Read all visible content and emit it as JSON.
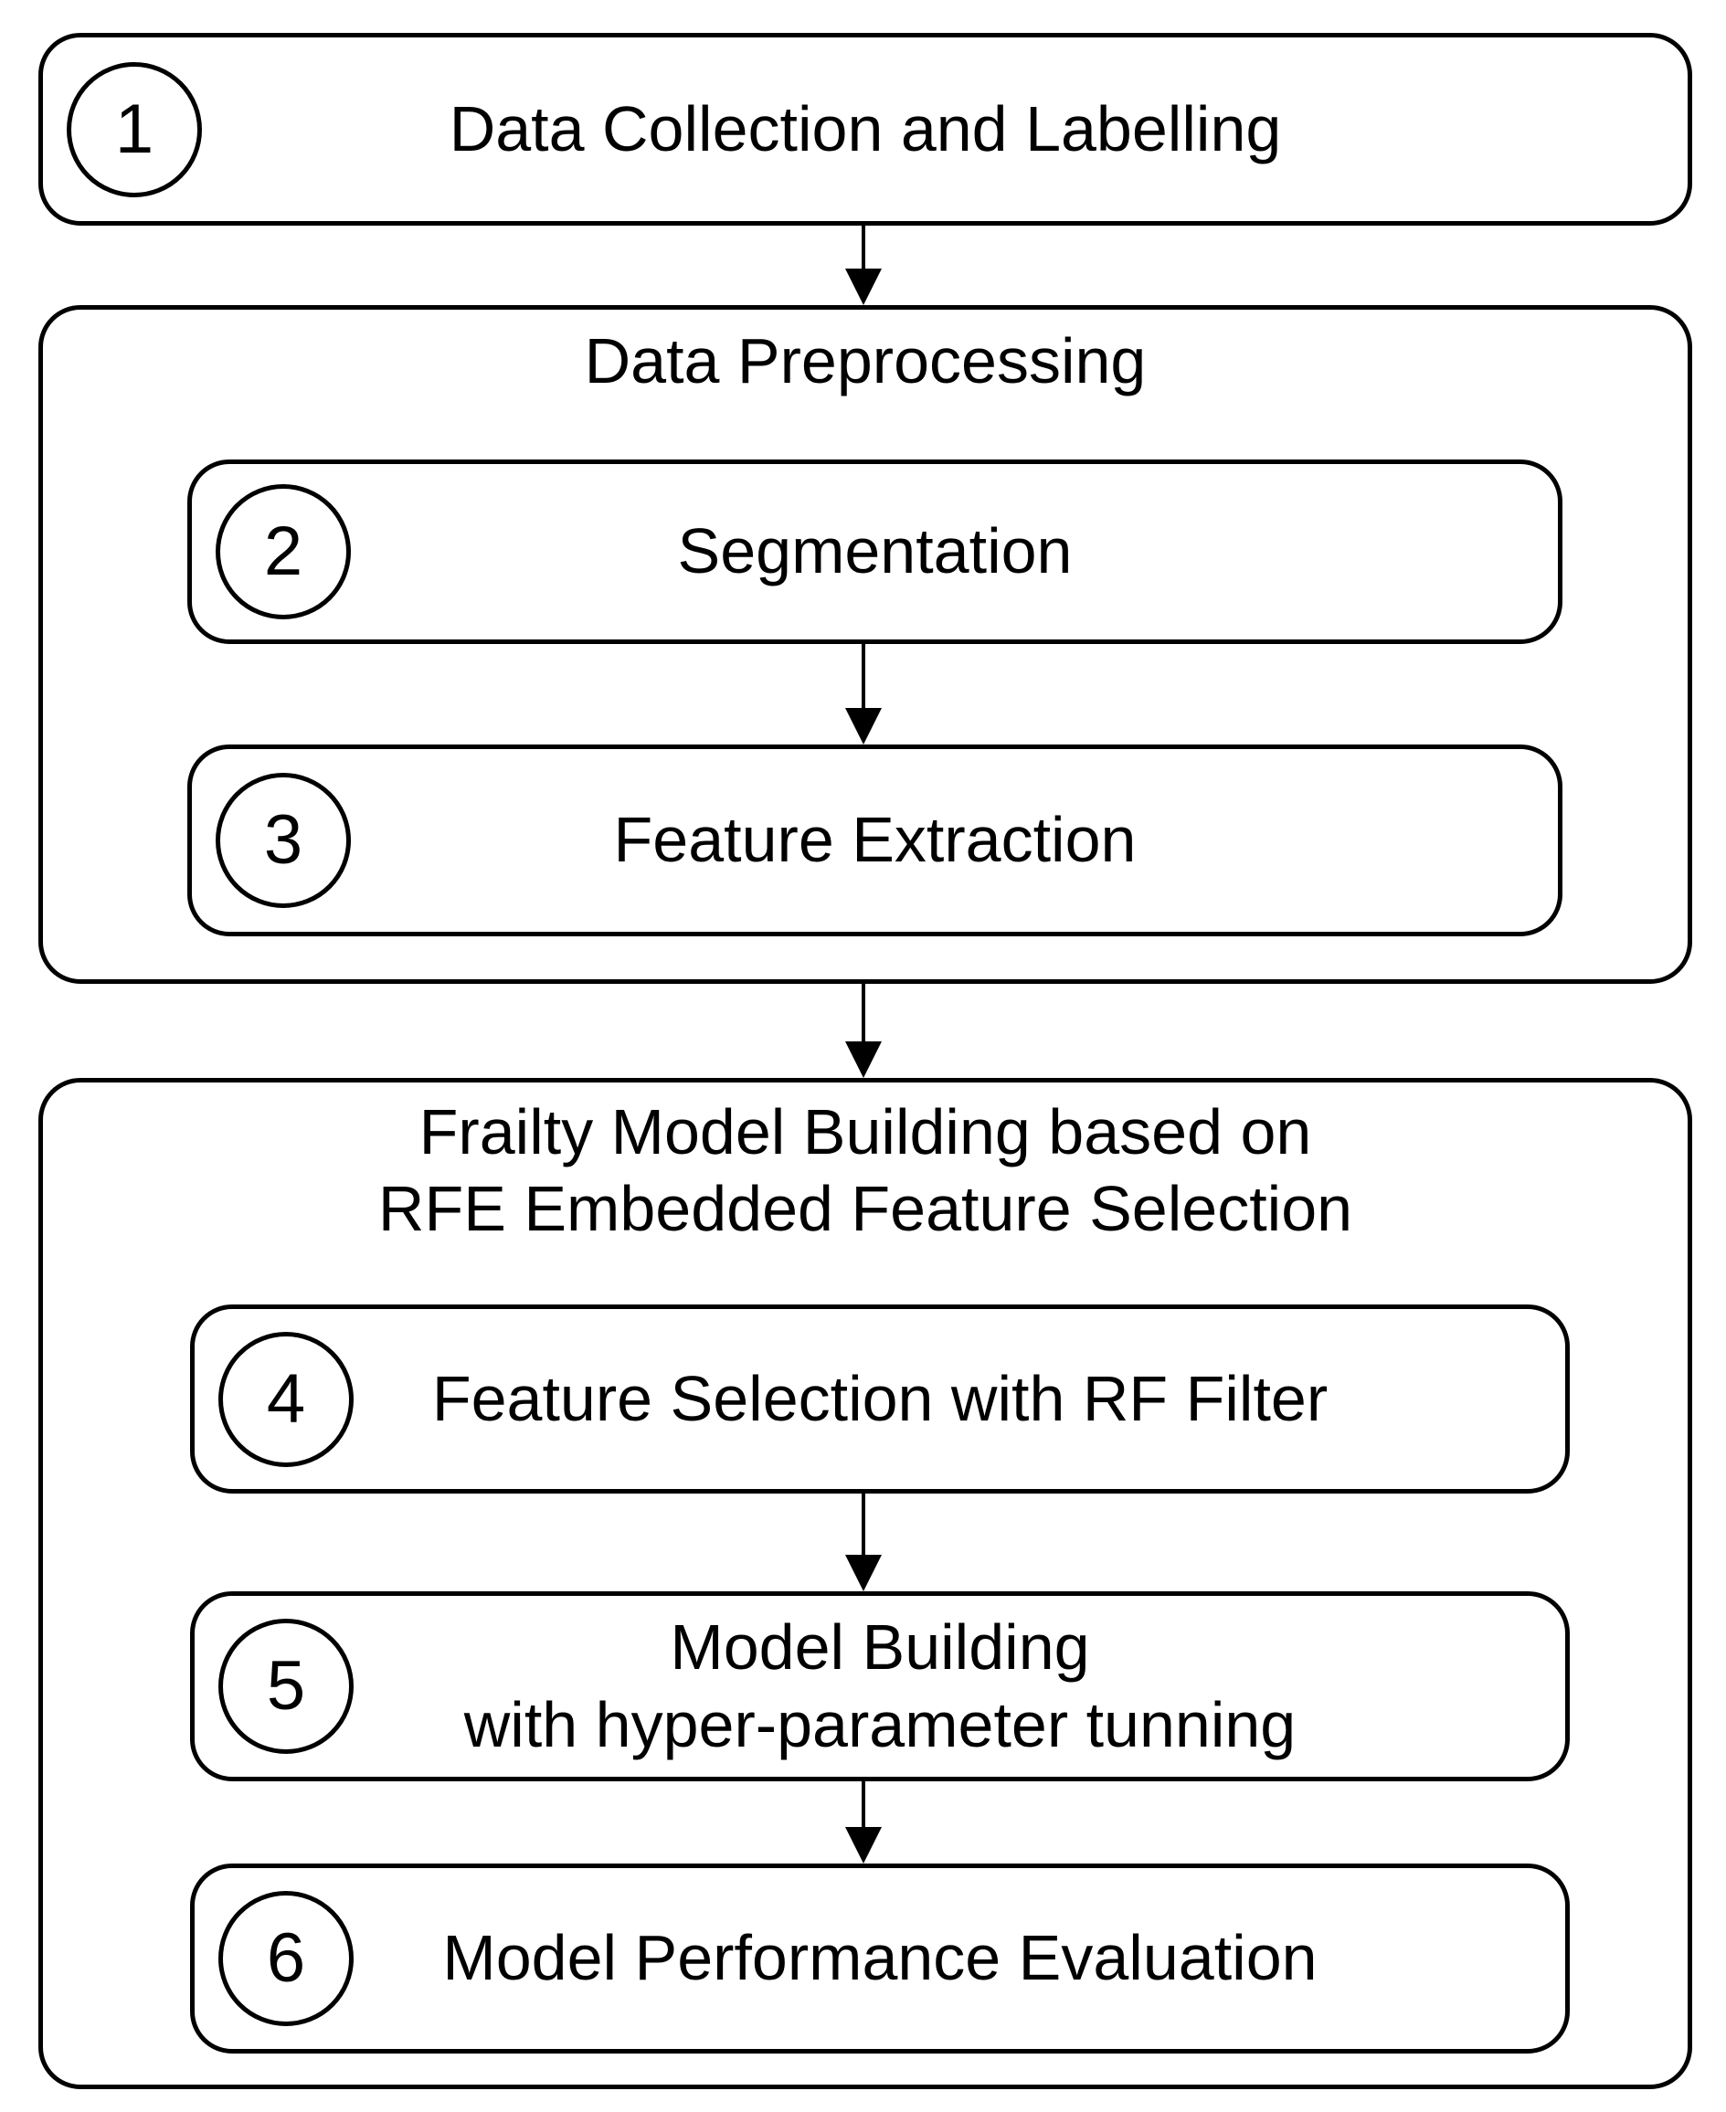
{
  "colors": {
    "background": "#ffffff",
    "line": "#000000",
    "text": "#000000"
  },
  "flowchart": {
    "step1": {
      "number": "1",
      "label": "Data Collection and Labelling"
    },
    "preprocessing": {
      "title": "Data Preprocessing",
      "step2": {
        "number": "2",
        "label": "Segmentation"
      },
      "step3": {
        "number": "3",
        "label": "Feature Extraction"
      }
    },
    "model_building": {
      "title_line1": "Frailty Model Building based on",
      "title_line2": "RFE Embedded Feature Selection",
      "step4": {
        "number": "4",
        "label": "Feature Selection with RF Filter"
      },
      "step5": {
        "number": "5",
        "label_line1": "Model Building",
        "label_line2": "with hyper-parameter tunning"
      },
      "step6": {
        "number": "6",
        "label": "Model Performance Evaluation"
      }
    }
  }
}
